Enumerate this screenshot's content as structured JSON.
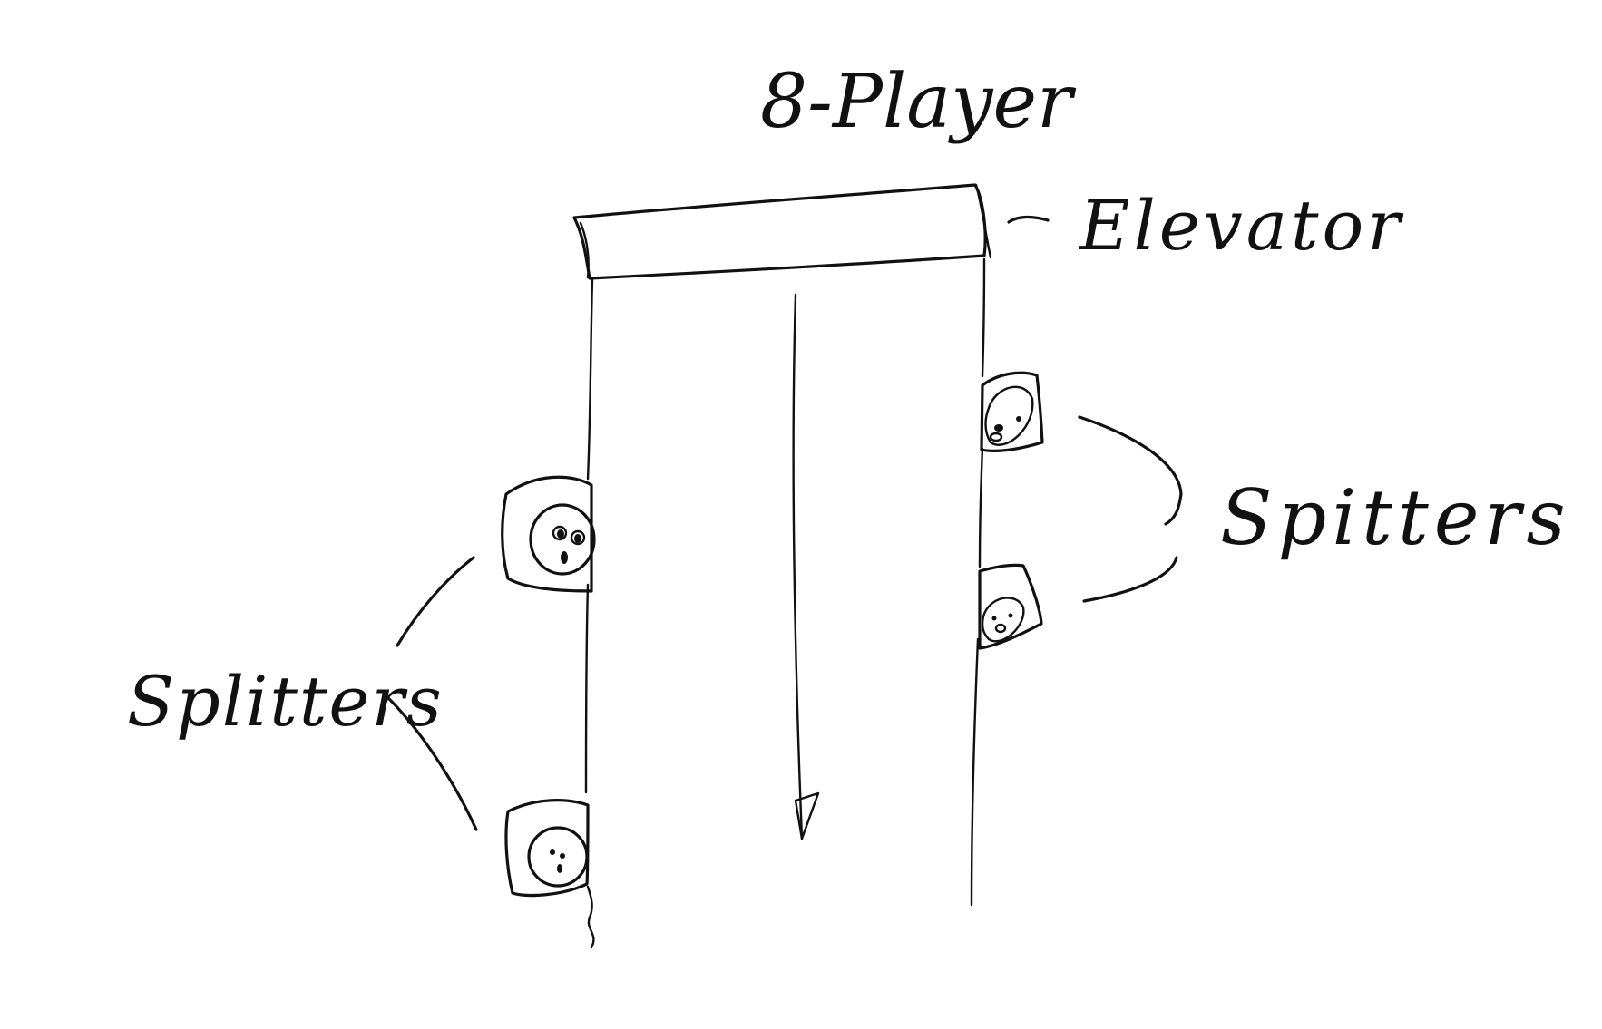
{
  "labels": {
    "title": "8-Player",
    "elevator": "Elevator",
    "spitters_right": "Spitters",
    "spitters_left": "Splitters"
  },
  "colors": {
    "ink": "#111111",
    "background": "#ffffff"
  }
}
